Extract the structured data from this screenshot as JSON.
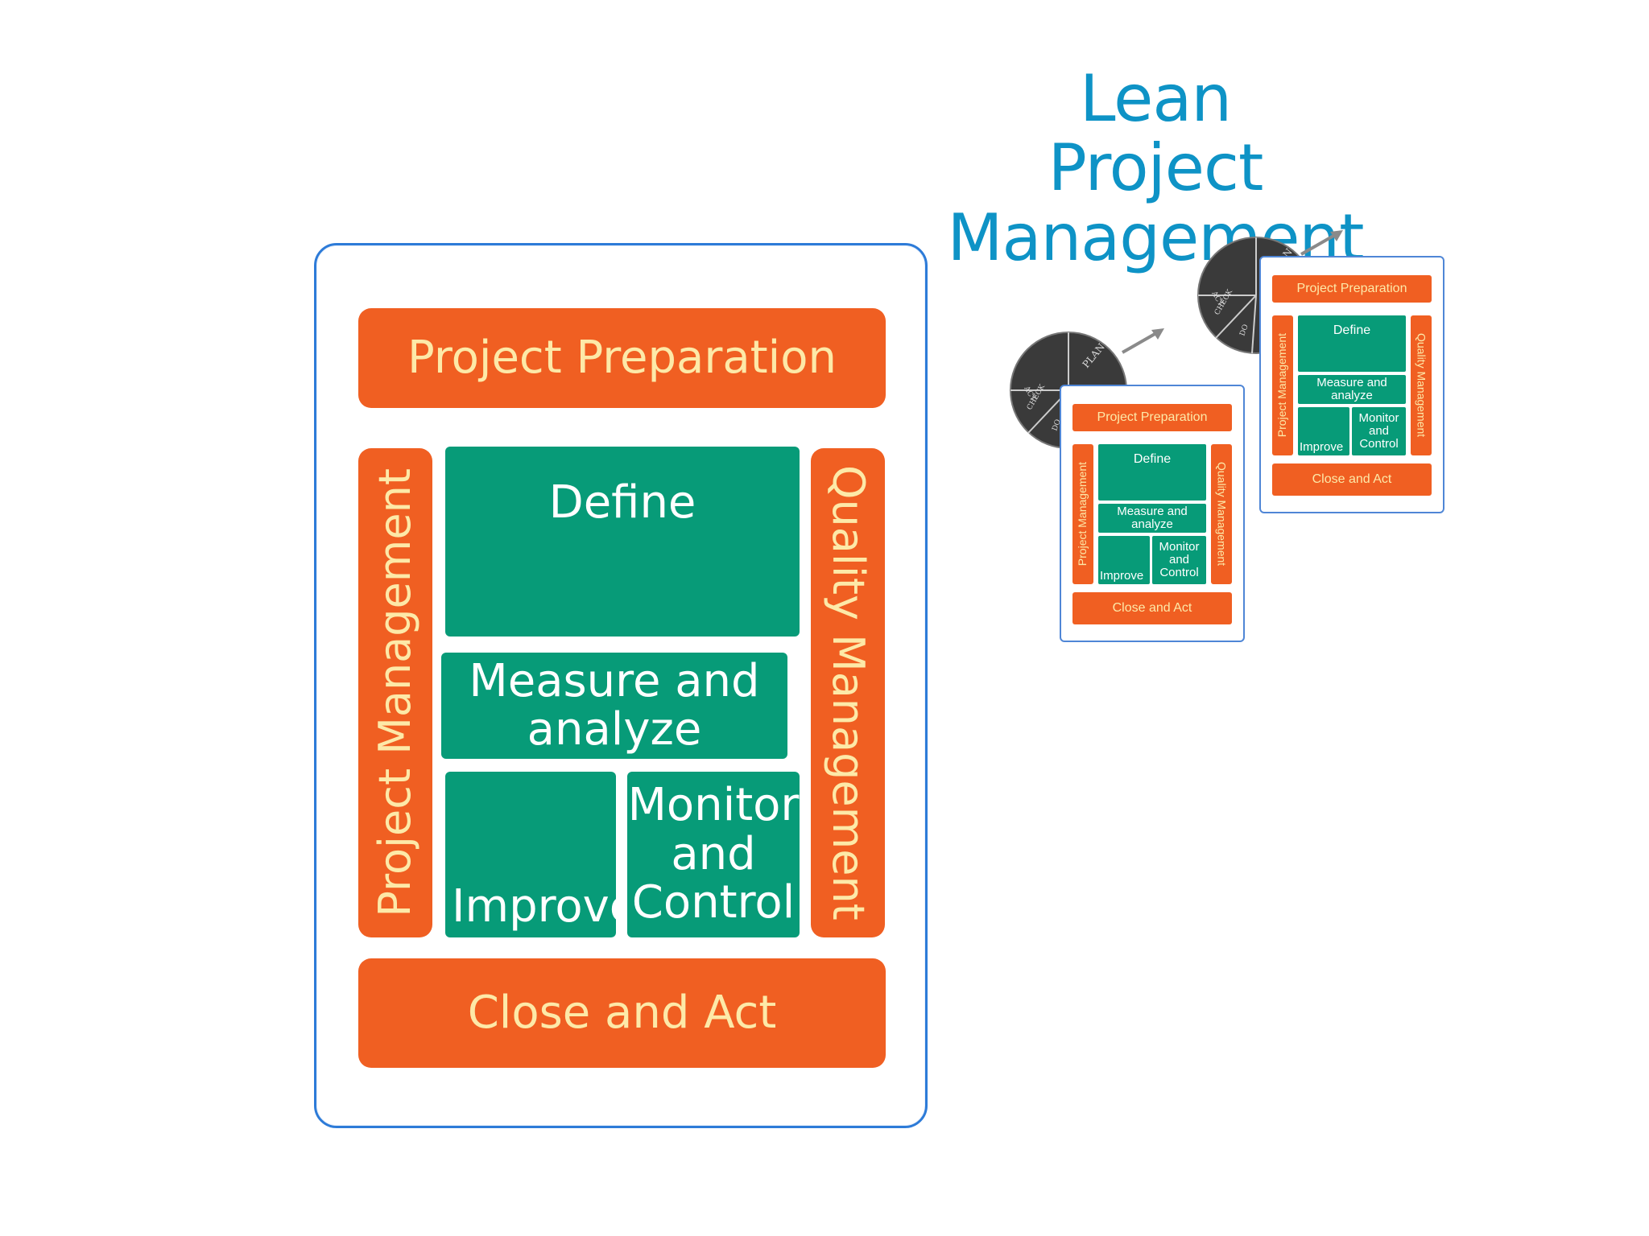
{
  "title": {
    "line1": "Lean",
    "line2": "Project Management"
  },
  "diagram": {
    "project_preparation": "Project Preparation",
    "project_management": "Project Management",
    "quality_management": "Quality Management",
    "define": "Define",
    "measure_and_analyze": "Measure and analyze",
    "improve": "Improve",
    "monitor_line1": "Monitor",
    "monitor_line2": "and",
    "monitor_line3": "Control",
    "close_and_act": "Close and Act"
  },
  "wheel": {
    "plan": "PLAN",
    "do": "DO",
    "check": "CHECK",
    "act": "ACT"
  },
  "colors": {
    "title": "#0e93c6",
    "orange": "#f05f22",
    "orange_text": "#fde9a8",
    "green": "#079b78",
    "frame_border": "#2d7bd8",
    "wheel": "#3a3a3a"
  }
}
